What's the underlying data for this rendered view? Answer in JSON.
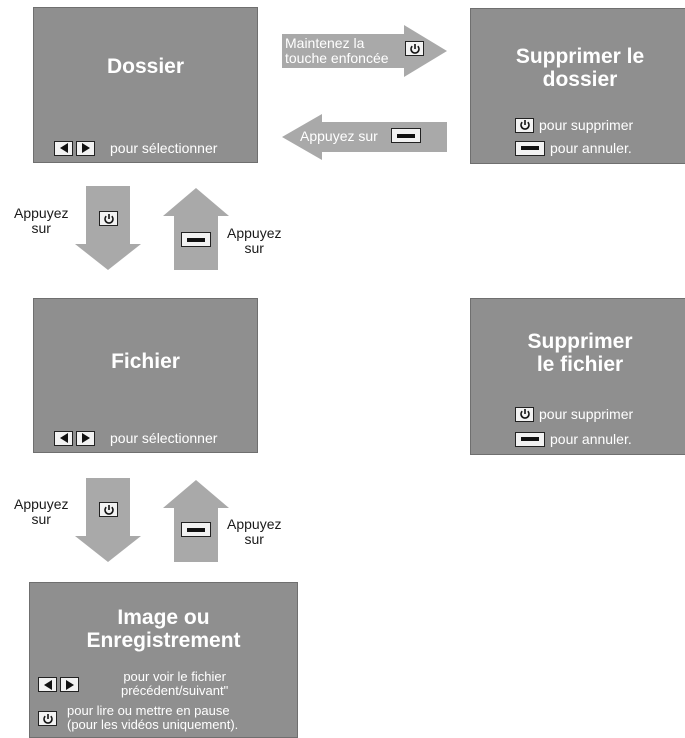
{
  "screens": {
    "dossier": {
      "title": "Dossier",
      "hint": "pour sélectionner"
    },
    "supprimer_dossier": {
      "title_line1": "Supprimer le",
      "title_line2": "dossier",
      "delete_hint": "pour supprimer",
      "cancel_hint": "pour annuler."
    },
    "fichier": {
      "title": "Fichier",
      "hint": "pour sélectionner"
    },
    "supprimer_fichier": {
      "title_line1": "Supprimer",
      "title_line2": "le fichier",
      "delete_hint": "pour supprimer",
      "cancel_hint": "pour annuler."
    },
    "image": {
      "title_line1": "Image ou",
      "title_line2": "Enregistrement",
      "nav_hint_line1": "pour voir le fichier",
      "nav_hint_line2": "précédent/suivant\"",
      "play_hint_line1": "pour lire ou mettre en pause",
      "play_hint_line2": "(pour les vidéos uniquement)."
    }
  },
  "arrows": {
    "hold": {
      "line1": "Maintenez la",
      "line2": "touche enfoncée"
    },
    "press_back": {
      "text": "Appuyez sur"
    },
    "down1": {
      "line1": "Appuyez",
      "line2": "sur"
    },
    "up1": {
      "line1": "Appuyez",
      "line2": "sur"
    },
    "down2": {
      "line1": "Appuyez",
      "line2": "sur"
    },
    "up2": {
      "line1": "Appuyez",
      "line2": "sur"
    }
  },
  "icons": {
    "power": "power-icon",
    "minus": "minus-icon",
    "left": "left-arrow-icon",
    "right": "right-arrow-icon"
  },
  "colors": {
    "screen": "#8f8f8f",
    "arrow": "#a9a9a9",
    "text": "#ffffff"
  }
}
